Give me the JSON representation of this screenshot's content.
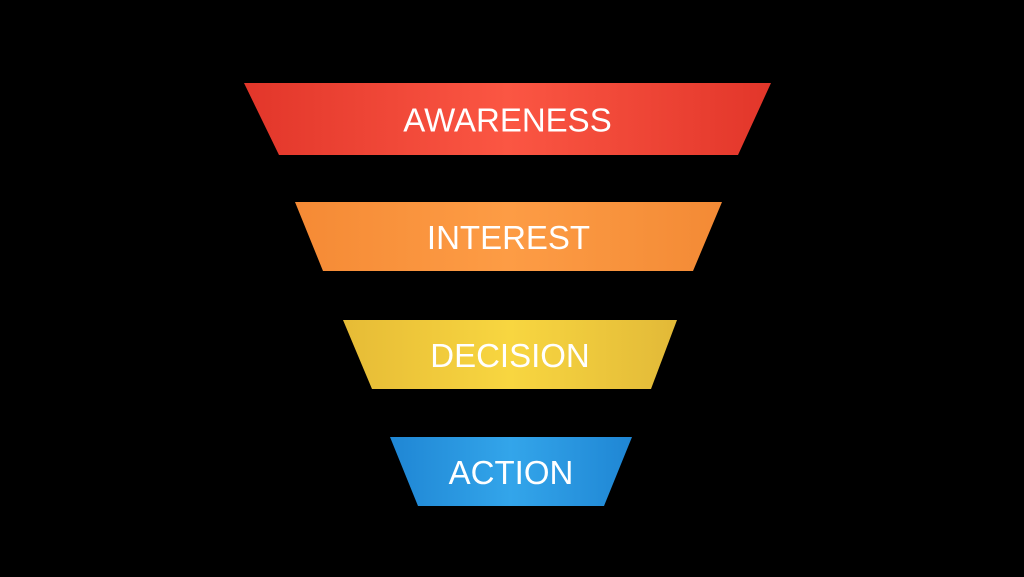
{
  "funnel": {
    "stages": [
      {
        "label": "AWARENESS",
        "color_left": "#e2362a",
        "color_mid": "#fb5643",
        "color_right": "#e2362a"
      },
      {
        "label": "INTEREST",
        "color_left": "#f58a35",
        "color_mid": "#fd9c45",
        "color_right": "#f38a35"
      },
      {
        "label": "DECISION",
        "color_left": "#e6bb36",
        "color_mid": "#f8d640",
        "color_right": "#e2b938"
      },
      {
        "label": "ACTION",
        "color_left": "#1f86d4",
        "color_mid": "#33a5ea",
        "color_right": "#1f86d4"
      }
    ]
  }
}
